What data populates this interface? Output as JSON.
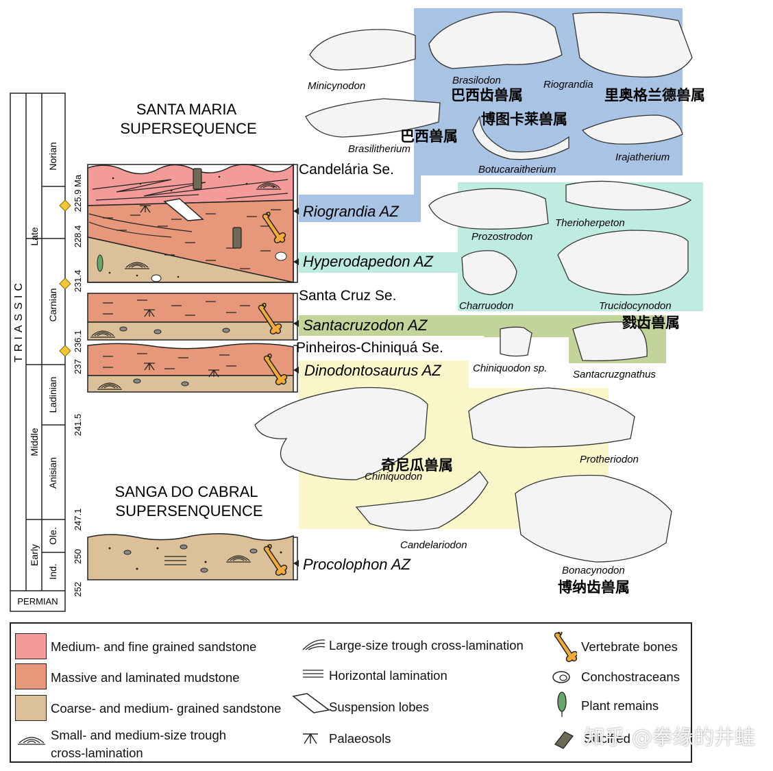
{
  "colors": {
    "fine_sandstone": "#f29b98",
    "mudstone": "#e8987a",
    "coarse_sandstone": "#dcc09a",
    "blue_box": "#a9c3e4",
    "cyan_box": "#bfece0",
    "green_box": "#c3d49a",
    "yellow_box": "#faf6c9",
    "bone": "#f2aa3c",
    "marker": "#f3c735"
  },
  "timescale": {
    "system": "TRIASSIC",
    "below": "PERMIAN",
    "epochs": [
      "Late",
      "Middle",
      "Early"
    ],
    "stages": [
      "Norian",
      "Carnian",
      "Ladinian",
      "Anisian",
      "Ole.",
      "Ind."
    ],
    "ages": [
      "225.9 Ma",
      "228.4",
      "231.4",
      "236.1",
      "237",
      "241.5",
      "247.1",
      "250",
      "252"
    ]
  },
  "supersequences": {
    "santa_maria": [
      "SANTA MARIA",
      "SUPERSEQUENCE"
    ],
    "sanga": [
      "SANGA DO CABRAL",
      "SUPERSENQUENCE"
    ]
  },
  "sequences": {
    "candelaria": "Candelária Se.",
    "santa_cruz": "Santa Cruz Se.",
    "pinheiros": "Pinheiros-Chiniquá Se."
  },
  "zones": {
    "riograndia": "Riograndia AZ",
    "hyperodapedon": "Hyperodapedon AZ",
    "santacruzodon": "Santacruzodon AZ",
    "dinodontosaurus": "Dinodontosaurus AZ",
    "procolophon": "Procolophon AZ"
  },
  "taxa": {
    "minicynodon": "Minicynodon",
    "brasilodon": "Brasilodon",
    "brasilodon_cn": "巴西齿兽属",
    "riograndia": "Riograndia",
    "riograndia_cn": "里奥格兰德兽属",
    "brasilitherium": "Brasilitherium",
    "brasilitherium_cn": "巴西兽属",
    "botucaraitherium": "Botucaraitherium",
    "botucaraitherium_cn": "博图卡莱兽属",
    "irajatherium": "Irajatherium",
    "prozostrodon": "Prozostrodon",
    "therioherpeton": "Therioherpeton",
    "charruodon": "Charruodon",
    "trucidocynodon": "Trucidocynodon",
    "trucidocynodon_cn": "戮齿兽属",
    "chiniquodon_sp": "Chiniquodon sp.",
    "santacruzgnathus": "Santacruzgnathus",
    "chiniquodon": "Chiniquodon",
    "chiniquodon_cn": "奇尼瓜兽属",
    "protheriodon": "Protheriodon",
    "candelariodon": "Candelariodon",
    "bonacynodon": "Bonacynodon",
    "bonacynodon_cn": "博纳齿兽属"
  },
  "legend": {
    "fine_sandstone": "Medium- and fine grained sandstone",
    "mudstone": "Massive and laminated mudstone",
    "coarse_sandstone": "Coarse- and medium- grained sandstone",
    "small_trough_1": "Small- and medium-size trough",
    "small_trough_2": "cross-lamination",
    "large_trough": "Large-size trough cross-lamination",
    "horizontal": "Horizontal lamination",
    "suspension": "Suspension lobes",
    "palaeosols": "Palaeosols",
    "bones": "Vertebrate bones",
    "conchostraceans": "Conchostraceans",
    "plants": "Plant remains",
    "silicified": "Silicified"
  },
  "watermark": "知乎 @拳缘的井蛙"
}
